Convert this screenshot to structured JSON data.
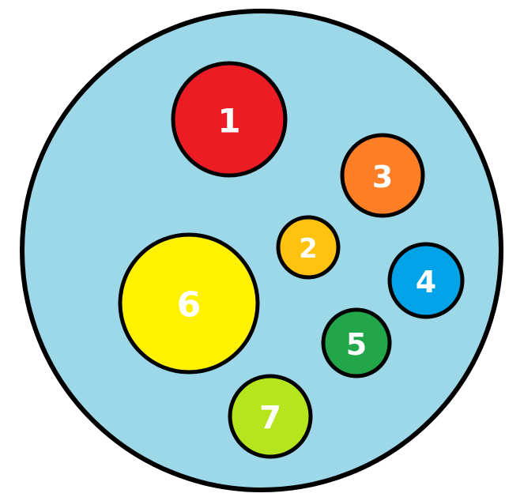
{
  "diagram": {
    "outer_circle": {
      "fill": "#9dd8e8",
      "stroke": "#000000"
    },
    "circles": [
      {
        "label": "1",
        "fill": "#ec1c24"
      },
      {
        "label": "2",
        "fill": "#ffc20e"
      },
      {
        "label": "3",
        "fill": "#ff7f27"
      },
      {
        "label": "4",
        "fill": "#00a2e8"
      },
      {
        "label": "5",
        "fill": "#22a64a"
      },
      {
        "label": "6",
        "fill": "#fff200"
      },
      {
        "label": "7",
        "fill": "#b5e61d"
      }
    ]
  }
}
